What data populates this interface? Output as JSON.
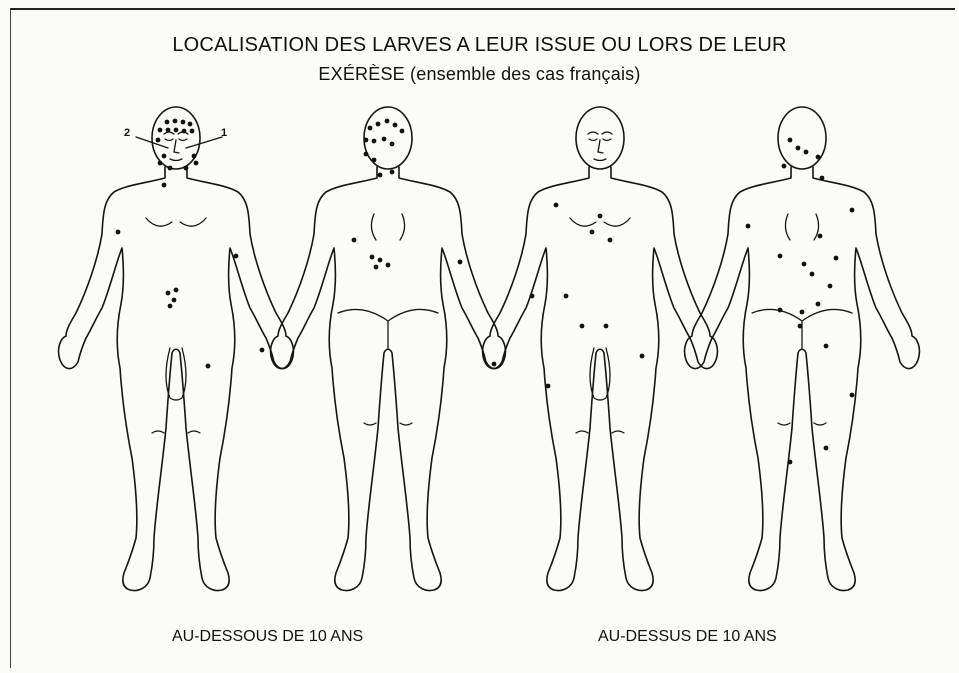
{
  "figure": {
    "title_line1": "LOCALISATION DES LARVES A LEUR ISSUE OU LORS DE LEUR",
    "title_line2": "EXÉRÈSE (ensemble des cas français)",
    "pointer_labels": [
      "2",
      "1"
    ],
    "panels": [
      {
        "caption": "AU-DESSOUS DE 10 ANS",
        "views": [
          "front",
          "back"
        ]
      },
      {
        "caption": "AU-DESSUS DE 10 ANS",
        "views": [
          "front",
          "back"
        ]
      }
    ]
  },
  "colors": {
    "ink": "#111111",
    "paper": "#fbfbf8"
  }
}
